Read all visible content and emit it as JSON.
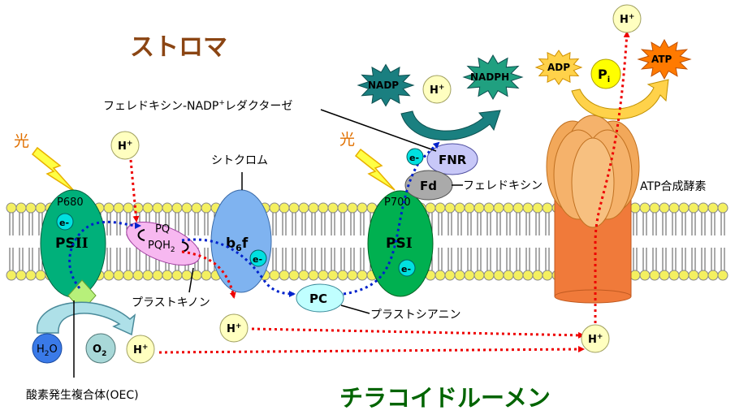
{
  "regions": {
    "stroma": "ストロマ",
    "lumen": "チラコイドルーメン"
  },
  "light": {
    "left": "光",
    "right": "光"
  },
  "psii": {
    "pigment": "P680",
    "label_main": "PS",
    "label_roman": "II",
    "electron": "e-"
  },
  "psi": {
    "pigment": "P700",
    "label_main": "PS",
    "label_roman": "I",
    "electron": "e-"
  },
  "pq": {
    "top": "PQ",
    "bottom_main": "PQH",
    "bottom_sub": "2"
  },
  "b6f": {
    "main": "b",
    "sub": "6",
    "tail": "f",
    "electron": "e-"
  },
  "pc": {
    "label": "PC"
  },
  "fd": {
    "label": "Fd"
  },
  "fnr": {
    "label": "FNR",
    "electron": "e-"
  },
  "ions": {
    "hplus_main": "H",
    "hplus_sup": "+"
  },
  "molecules": {
    "h2o_main": "H",
    "h2o_sub": "2",
    "h2o_tail": "O",
    "o2_main": "O",
    "o2_sub": "2",
    "nadp": "NADP",
    "nadph": "NADPH",
    "adp": "ADP",
    "pi_main": "P",
    "pi_sub": "i",
    "atp": "ATP"
  },
  "labels": {
    "fnr_name_a": "フェレドキシン-NADP",
    "fnr_name_sup": "+",
    "fnr_name_b": "レダクターゼ",
    "cytochrome": "シトクロム",
    "ferredoxin": "フェレドキシン",
    "atp_synthase": "ATP合成酵素",
    "plastoquinone": "プラストキノン",
    "plastocyanin": "プラストシアニン",
    "oec": "酸素発生複合体(OEC)"
  },
  "colors": {
    "stroma_text": "#8b4513",
    "lumen_text": "#006400",
    "psii": "#00b07a",
    "psi": "#00b050",
    "b6f": "#7fb3f0",
    "pq": "#f7b8f0",
    "pc": "#c0ffff",
    "fnr": "#c8c8f8",
    "fd": "#aaaaaa",
    "hplus": "#ffffc0",
    "electron": "#00e0e0",
    "atp_head": "#f5b26b",
    "atp_stalk": "#f07a3a",
    "membrane_head": "#f4f060",
    "proton_path": "#ee0000",
    "electron_path": "#0022cc"
  }
}
